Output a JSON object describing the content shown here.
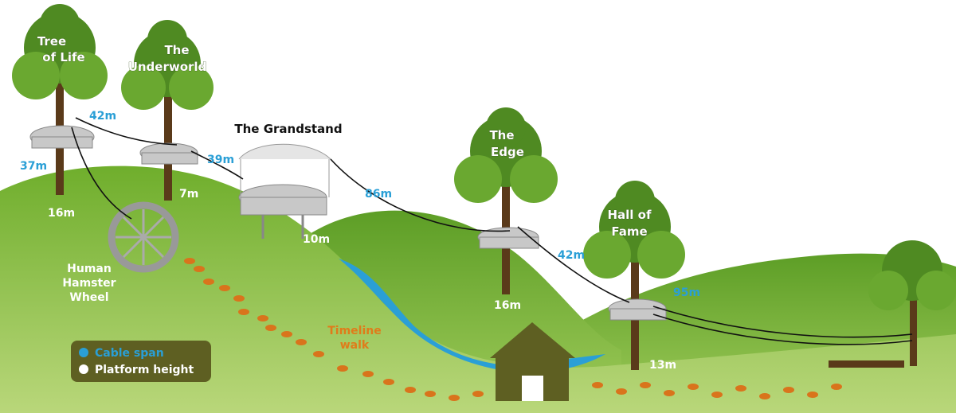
{
  "stations": [
    {
      "name_line1": "Tree",
      "name_line2": "of Life",
      "height": "16m"
    },
    {
      "name_line1": "The",
      "name_line2": "Underworld",
      "height": "7m"
    },
    {
      "name_line1": "The Grandstand",
      "height": "10m"
    },
    {
      "name_line1": "The",
      "name_line2": "Edge",
      "height": "16m"
    },
    {
      "name_line1": "Hall of",
      "name_line2": "Fame",
      "height": "13m"
    }
  ],
  "cables": [
    "42m",
    "37m",
    "39m",
    "86m",
    "42m",
    "95m"
  ],
  "hamster_wheel": {
    "line1": "Human",
    "line2": "Hamster",
    "line3": "Wheel"
  },
  "timeline": {
    "line1": "Timeline",
    "line2": "walk"
  },
  "legend": {
    "cable_span": "Cable span",
    "platform_height": "Platform height"
  },
  "colors": {
    "cable_span": "#2a9fd6",
    "platform_height": "#ffffff",
    "legend_bg": "#5e5f22",
    "footprints": "#d9741c",
    "river": "#2a9fd6"
  }
}
